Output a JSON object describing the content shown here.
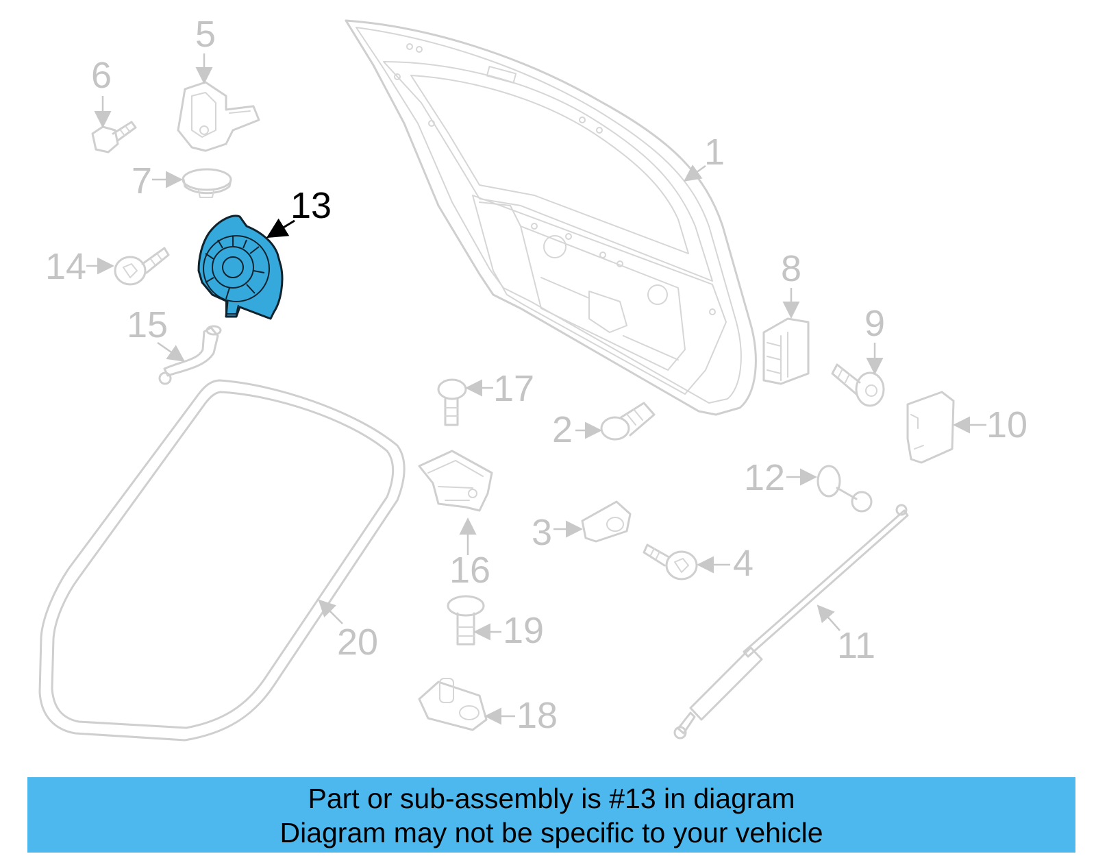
{
  "diagram": {
    "highlighted_part": "13",
    "callouts": [
      "1",
      "2",
      "3",
      "4",
      "5",
      "6",
      "7",
      "8",
      "9",
      "10",
      "11",
      "12",
      "13",
      "14",
      "15",
      "16",
      "17",
      "18",
      "19",
      "20"
    ]
  },
  "banner": {
    "line1": "Part or sub-assembly is #13 in diagram",
    "line2": "Diagram may not be specific to your vehicle",
    "color": "#4cb8ee"
  },
  "colors": {
    "highlight": "#35a8dc",
    "part_outline": "#cfcfcf",
    "callout_text": "#c4c4c4"
  }
}
